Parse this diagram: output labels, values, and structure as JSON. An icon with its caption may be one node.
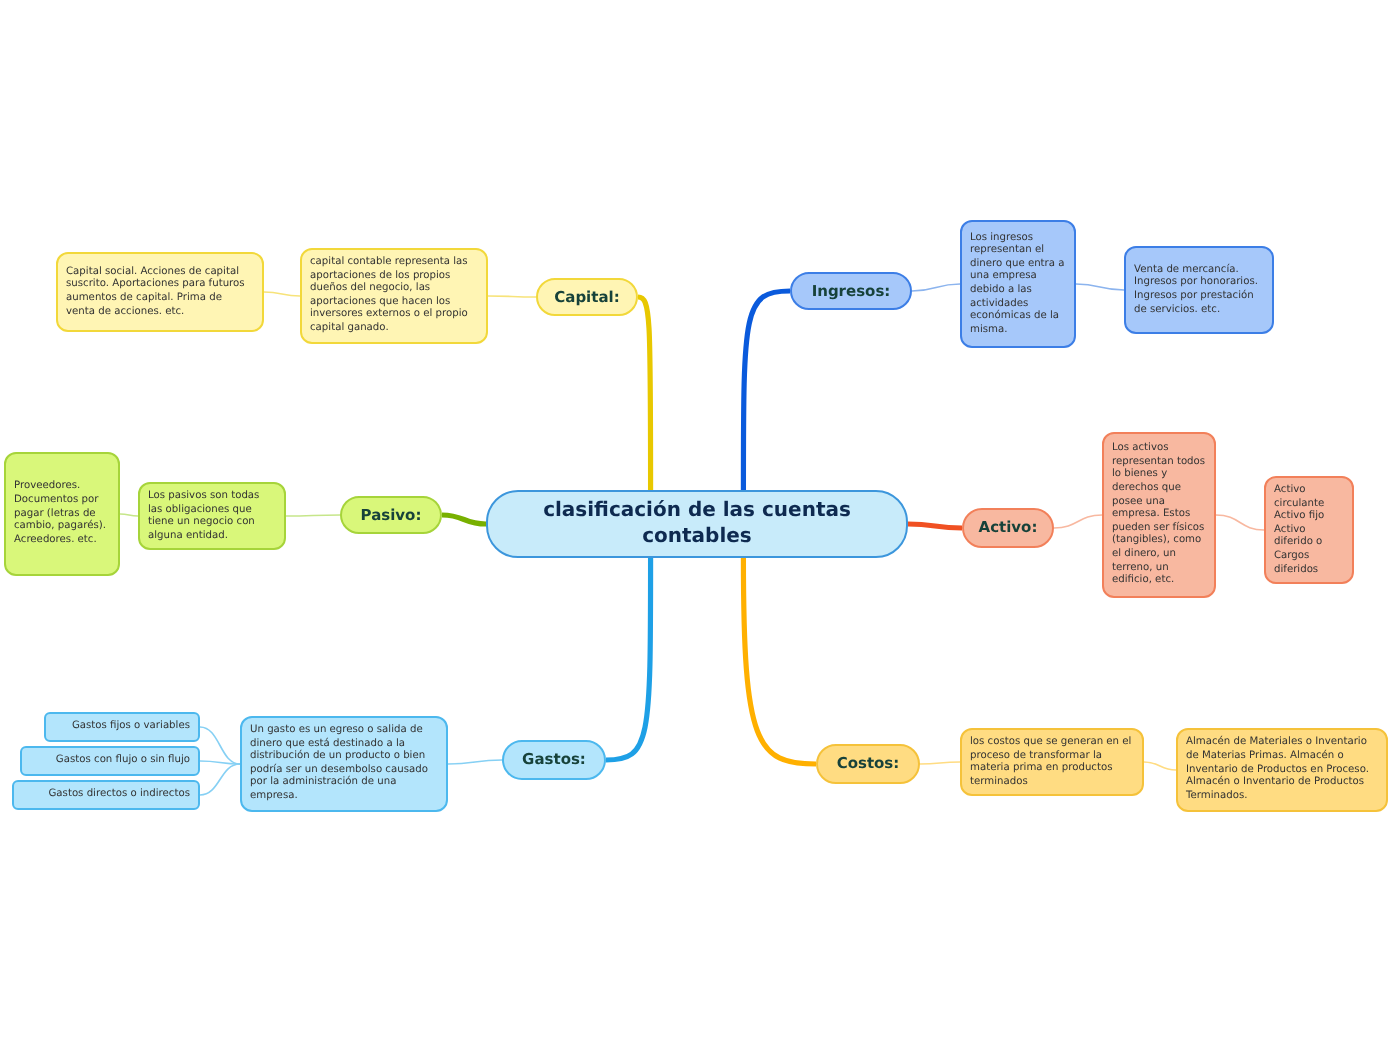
{
  "diagram": {
    "nodes": [
      {
        "text": [
          "clasificación de las cuentas contables"
        ]
      },
      {
        "text": [
          "Capital:"
        ]
      },
      {
        "text": [
          "capital contable representa las aportaciones de los propios dueños del negocio, las aportaciones que hacen los inversores externos o el propio capital ganado."
        ]
      },
      {
        "text": [
          "Capital social. Acciones de capital suscrito. Aportaciones para futuros aumentos de capital. Prima de venta de acciones. etc."
        ]
      },
      {
        "text": [
          "Pasivo:"
        ]
      },
      {
        "text": [
          "Los pasivos son todas las obligaciones que tiene un negocio con alguna entidad."
        ]
      },
      {
        "text": [
          "Proveedores. Documentos por pagar (letras de cambio, pagarés). Acreedores. etc."
        ]
      },
      {
        "text": [
          "Gastos:"
        ]
      },
      {
        "text": [
          "Un gasto es un egreso o salida de dinero que está destinado a la distribución de un producto o bien podría ser un desembolso causado por la administración de una empresa."
        ]
      },
      {
        "text": [
          "Gastos fijos o variables"
        ]
      },
      {
        "text": [
          "Gastos con flujo o sin flujo"
        ]
      },
      {
        "text": [
          "Gastos directos o indirectos"
        ]
      },
      {
        "text": [
          "Ingresos:"
        ]
      },
      {
        "text": [
          "Los ingresos representan el dinero que entra a una empresa debido a las actividades económicas de la misma."
        ]
      },
      {
        "text": [
          "Venta de mercancía. Ingresos por honorarios. Ingresos por prestación de servicios. etc."
        ]
      },
      {
        "text": [
          "Activo:"
        ]
      },
      {
        "text": [
          "Los activos representan todos lo bienes y derechos que posee una empresa. Estos pueden ser físicos (tangibles), como el dinero, un terreno, un edificio, etc."
        ]
      },
      {
        "text": [
          "Activo circulante Activo fijo Activo diferido o Cargos diferidos"
        ]
      },
      {
        "text": [
          "Costos:"
        ]
      },
      {
        "text": [
          "los costos que se generan en el proceso de transformar la materia prima en productos terminados"
        ]
      },
      {
        "text": [
          "Almacén de Materiales o Inventario de Materias Primas. Almacén o Inventario de Productos en Proceso. Almacén o Inventario de Productos Terminados."
        ]
      }
    ],
    "edges": [
      {
        "from": 0,
        "to": 1,
        "arrow": "none",
        "style": "thick",
        "color": "#e8c800"
      },
      {
        "from": 1,
        "to": 2,
        "arrow": "none",
        "color": "#f7e37a"
      },
      {
        "from": 2,
        "to": 3,
        "arrow": "none",
        "color": "#f7e37a"
      },
      {
        "from": 0,
        "to": 4,
        "arrow": "none",
        "style": "thick",
        "color": "#78b000"
      },
      {
        "from": 4,
        "to": 5,
        "arrow": "none",
        "color": "#c6e68a"
      },
      {
        "from": 5,
        "to": 6,
        "arrow": "none",
        "color": "#c6e68a"
      },
      {
        "from": 0,
        "to": 7,
        "arrow": "none",
        "style": "thick",
        "color": "#1ea0e6"
      },
      {
        "from": 7,
        "to": 8,
        "arrow": "none",
        "color": "#86d0f4"
      },
      {
        "from": 8,
        "to": 9,
        "arrow": "none",
        "color": "#86d0f4"
      },
      {
        "from": 8,
        "to": 10,
        "arrow": "none",
        "color": "#86d0f4"
      },
      {
        "from": 8,
        "to": 11,
        "arrow": "none",
        "color": "#86d0f4"
      },
      {
        "from": 0,
        "to": 12,
        "arrow": "none",
        "style": "thick",
        "color": "#0a5adc"
      },
      {
        "from": 12,
        "to": 13,
        "arrow": "none",
        "color": "#8cb4ee"
      },
      {
        "from": 13,
        "to": 14,
        "arrow": "none",
        "color": "#8cb4ee"
      },
      {
        "from": 0,
        "to": 15,
        "arrow": "none",
        "style": "thick",
        "color": "#f05022"
      },
      {
        "from": 15,
        "to": 16,
        "arrow": "none",
        "color": "#f8b8a0"
      },
      {
        "from": 16,
        "to": 17,
        "arrow": "none",
        "color": "#f8b8a0"
      },
      {
        "from": 0,
        "to": 18,
        "arrow": "none",
        "style": "thick",
        "color": "#ffb000"
      },
      {
        "from": 18,
        "to": 19,
        "arrow": "none",
        "color": "#ffdc82"
      },
      {
        "from": 19,
        "to": 20,
        "arrow": "none",
        "color": "#ffdc82"
      }
    ]
  }
}
